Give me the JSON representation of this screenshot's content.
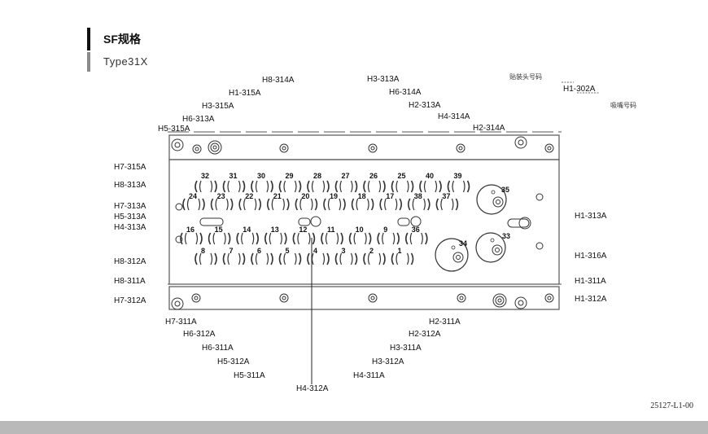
{
  "header": {
    "title": "SF规格",
    "subtitle": "Type31X"
  },
  "legend": {
    "nozzle_head": "贴装头号码",
    "suction_nozzle": "吸嘴号码",
    "example": "H1-302A"
  },
  "labels_top": [
    "H8-314A",
    "H1-315A",
    "H3-315A",
    "H6-313A",
    "H5-315A",
    "H3-313A",
    "H6-314A",
    "H2-313A",
    "H4-314A",
    "H2-314A"
  ],
  "labels_left": [
    "H7-315A",
    "H8-313A",
    "H7-313A",
    "H5-313A",
    "H4-313A",
    "H8-312A",
    "H8-311A",
    "H7-312A"
  ],
  "labels_right": [
    "H1-313A",
    "H1-316A",
    "H1-311A",
    "H1-312A"
  ],
  "labels_bottom": [
    "H7-311A",
    "H6-312A",
    "H6-311A",
    "H5-312A",
    "H5-311A",
    "H4-312A",
    "H2-311A",
    "H2-312A",
    "H3-311A",
    "H3-312A",
    "H4-311A"
  ],
  "slots": {
    "row1": [
      "32",
      "31",
      "30",
      "29",
      "28",
      "27",
      "26",
      "25",
      "40",
      "39"
    ],
    "row2": [
      "24",
      "23",
      "22",
      "21",
      "20",
      "19",
      "18",
      "17",
      "38",
      "37"
    ],
    "row3": [
      "16",
      "15",
      "14",
      "13",
      "12",
      "11",
      "10",
      "9",
      "36"
    ],
    "row4": [
      "8",
      "7",
      "6",
      "5",
      "4",
      "3",
      "2",
      "1"
    ],
    "large": [
      "35",
      "34",
      "33"
    ]
  },
  "drawing_code": "25127-L1-00"
}
